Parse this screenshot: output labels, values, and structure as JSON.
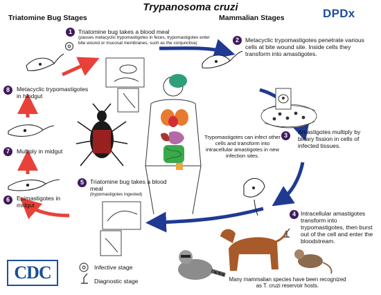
{
  "title": "Trypanosoma cruzi",
  "headers": {
    "left": "Triatomine Bug Stages",
    "right": "Mammalian Stages"
  },
  "logos": {
    "dpdx": "DPDx",
    "cdc": "CDC"
  },
  "steps": [
    {
      "num": "1",
      "text": "Triatomine bug takes a blood meal",
      "sub": "(passes metacyclic trypomastigotes in feces, trypomastigotes enter bite wound or mucosal membranes, such as the conjunctiva)"
    },
    {
      "num": "2",
      "text": "Metacyclic trypomastigotes penetrate various cells at bite wound site.  Inside cells they transform into amastigotes.",
      "sub": ""
    },
    {
      "num": "3",
      "text": "Amastigotes multiply by binary fission in cells of infected tissues.",
      "sub": ""
    },
    {
      "num": "4",
      "text": "Intracellular amastigotes transform into trypomastigotes, then burst out of the cell and enter the bloodstream.",
      "sub": ""
    },
    {
      "num": "5",
      "text": "Triatomine bug takes a blood meal",
      "sub": "(trypomastigotes ingested)"
    },
    {
      "num": "6",
      "text": "Epimastigotes in midgut",
      "sub": ""
    },
    {
      "num": "7",
      "text": "Multiply in midgut",
      "sub": ""
    },
    {
      "num": "8",
      "text": "Metacyclic trypomastigotes in hindgut",
      "sub": ""
    }
  ],
  "center_note": "Trypomastigotes can infect other cells and transform into intracellular amastigotes in new infection sites.",
  "reservoir_note": "Many mammalian species have been recognized as T. cruzi reservoir hosts.",
  "legend": {
    "infective": "Infective stage",
    "diagnostic": "Diagnostic stage"
  },
  "colors": {
    "step_badge": "#3d1a5b",
    "arrow_red": "#e8413a",
    "arrow_blue": "#1f3a93",
    "brand_blue": "#1b4f9c"
  }
}
